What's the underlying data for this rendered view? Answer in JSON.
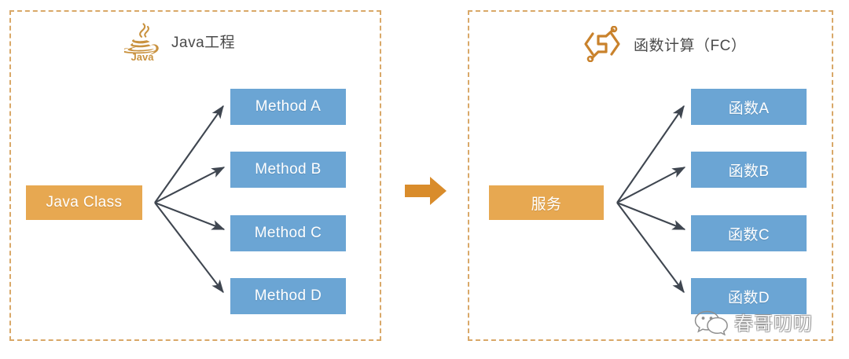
{
  "diagram": {
    "type": "transformation-diagram",
    "description": "Mapping of a Java project's class and methods onto Alibaba Cloud Function Compute services and functions",
    "transition_icon": "right-arrow-icon",
    "colors": {
      "panel_border": "#d9a868",
      "node_blue": "#6ba5d4",
      "node_orange": "#e7a851",
      "arrow_orange": "#d98c2b",
      "connector_gray": "#3f4650",
      "title_text": "#4a4a4a"
    }
  },
  "left_panel": {
    "title": "Java工程",
    "icon": "java-logo-icon",
    "icon_label": "Java",
    "root": {
      "label": "Java Class",
      "style": "orange"
    },
    "children": [
      {
        "label": "Method A",
        "style": "blue"
      },
      {
        "label": "Method B",
        "style": "blue"
      },
      {
        "label": "Method C",
        "style": "blue"
      },
      {
        "label": "Method D",
        "style": "blue"
      }
    ]
  },
  "right_panel": {
    "title": "函数计算（FC）",
    "icon": "function-compute-icon",
    "root": {
      "label": "服务",
      "style": "orange"
    },
    "children": [
      {
        "label": "函数A",
        "style": "blue"
      },
      {
        "label": "函数B",
        "style": "blue"
      },
      {
        "label": "函数C",
        "style": "blue"
      },
      {
        "label": "函数D",
        "style": "blue"
      }
    ]
  },
  "watermark": {
    "text": "春哥叨叨",
    "icon": "wechat-bubble-icon"
  }
}
